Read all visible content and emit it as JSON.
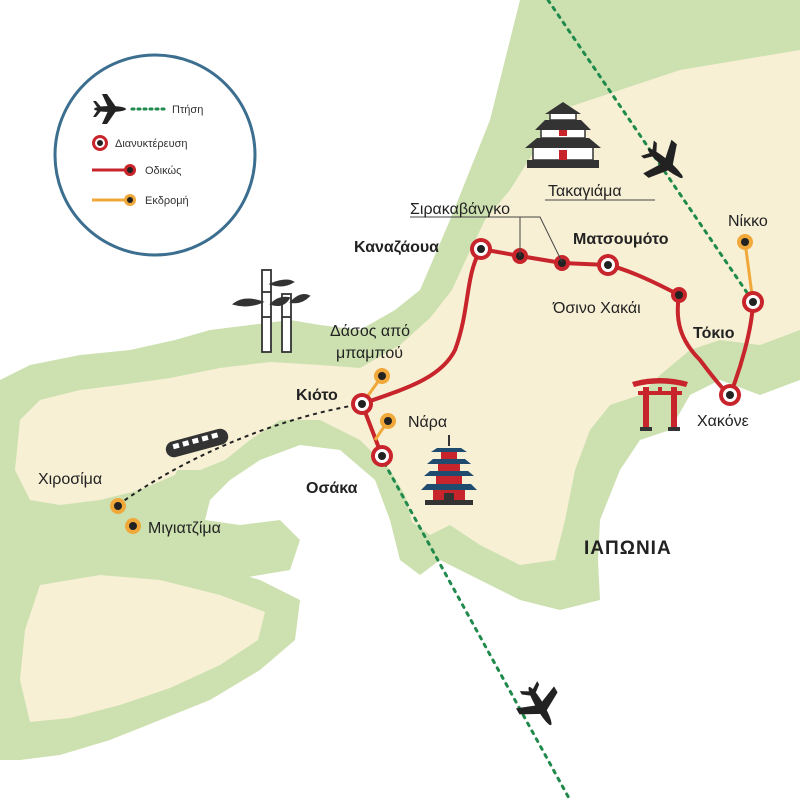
{
  "legend": {
    "flight": "Πτήση",
    "overnight": "Διανυκτέρευση",
    "road": "Οδικώς",
    "excursion": "Εκδρομή"
  },
  "country": "ΙΑΠΩΝΙΑ",
  "cities": {
    "kyoto": "Κιότο",
    "osaka": "Οσάκα",
    "kanazawa": "Καναζάουα",
    "matsumoto": "Ματσουμότο",
    "tokyo": "Τόκιο",
    "shirakawago": "Σιρακαβάνγκο",
    "takayama": "Τακαγιάμα",
    "oshino": "Όσινο Χακάι",
    "hakone": "Χακόνε",
    "nikko": "Νίκκο",
    "nara": "Νάρα",
    "bamboo_1": "Δάσος από",
    "bamboo_2": "μπαμπού",
    "hiroshima": "Χιροσίμα",
    "miyajima": "Μιγιατζίμα"
  },
  "colors": {
    "land_outer": "#cde1b0",
    "land_inner": "#f7f0d5",
    "route": "#c8242b",
    "excursion": "#f1a83a",
    "flight": "#1f8a4c",
    "legend_border": "#3b6e8f"
  },
  "icons": [
    "airplane-icon",
    "castle-icon",
    "bamboo-icon",
    "torii-gate-icon",
    "pagoda-icon",
    "train-icon"
  ]
}
